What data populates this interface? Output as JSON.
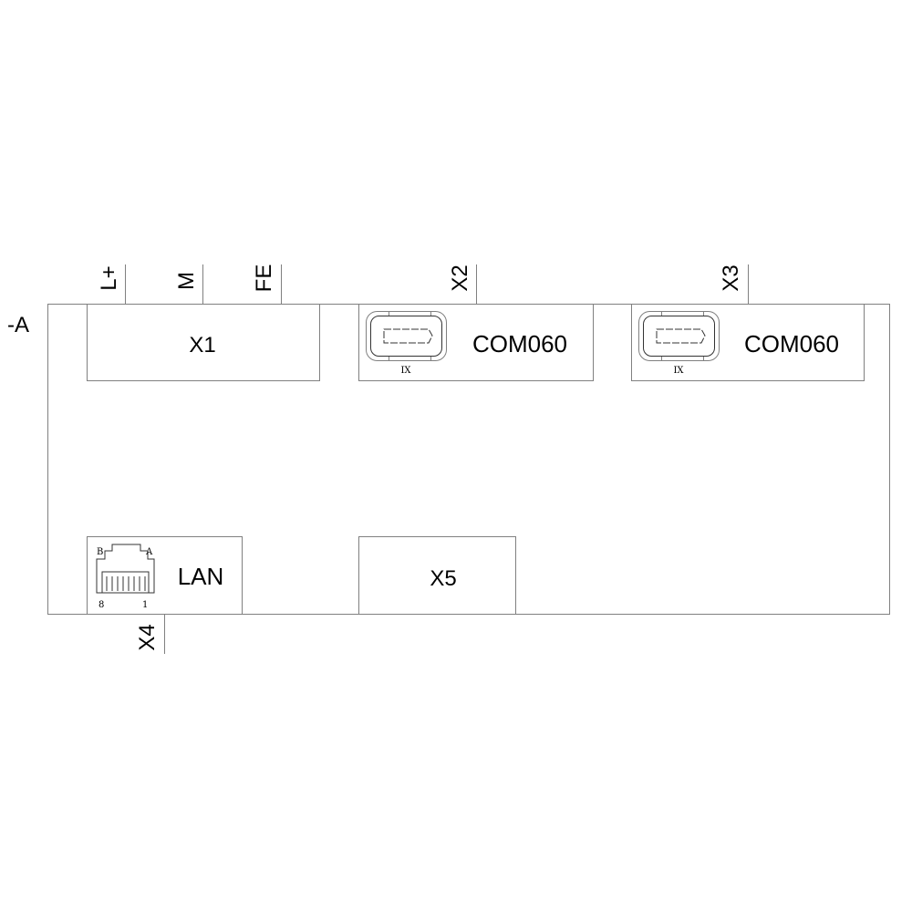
{
  "device_label": "-A",
  "terminals": {
    "lplus": "L+",
    "m": "M",
    "fe": "FE",
    "x2": "X2",
    "x3": "X3",
    "x4": "X4"
  },
  "modules": {
    "x1": "X1",
    "com1": {
      "label": "COM060",
      "sub": "IX"
    },
    "com2": {
      "label": "COM060",
      "sub": "IX"
    },
    "lan": {
      "label": "LAN",
      "pin_b": "B",
      "pin_a": "A",
      "pin_8": "8",
      "pin_1": "1"
    },
    "x5": "X5"
  }
}
